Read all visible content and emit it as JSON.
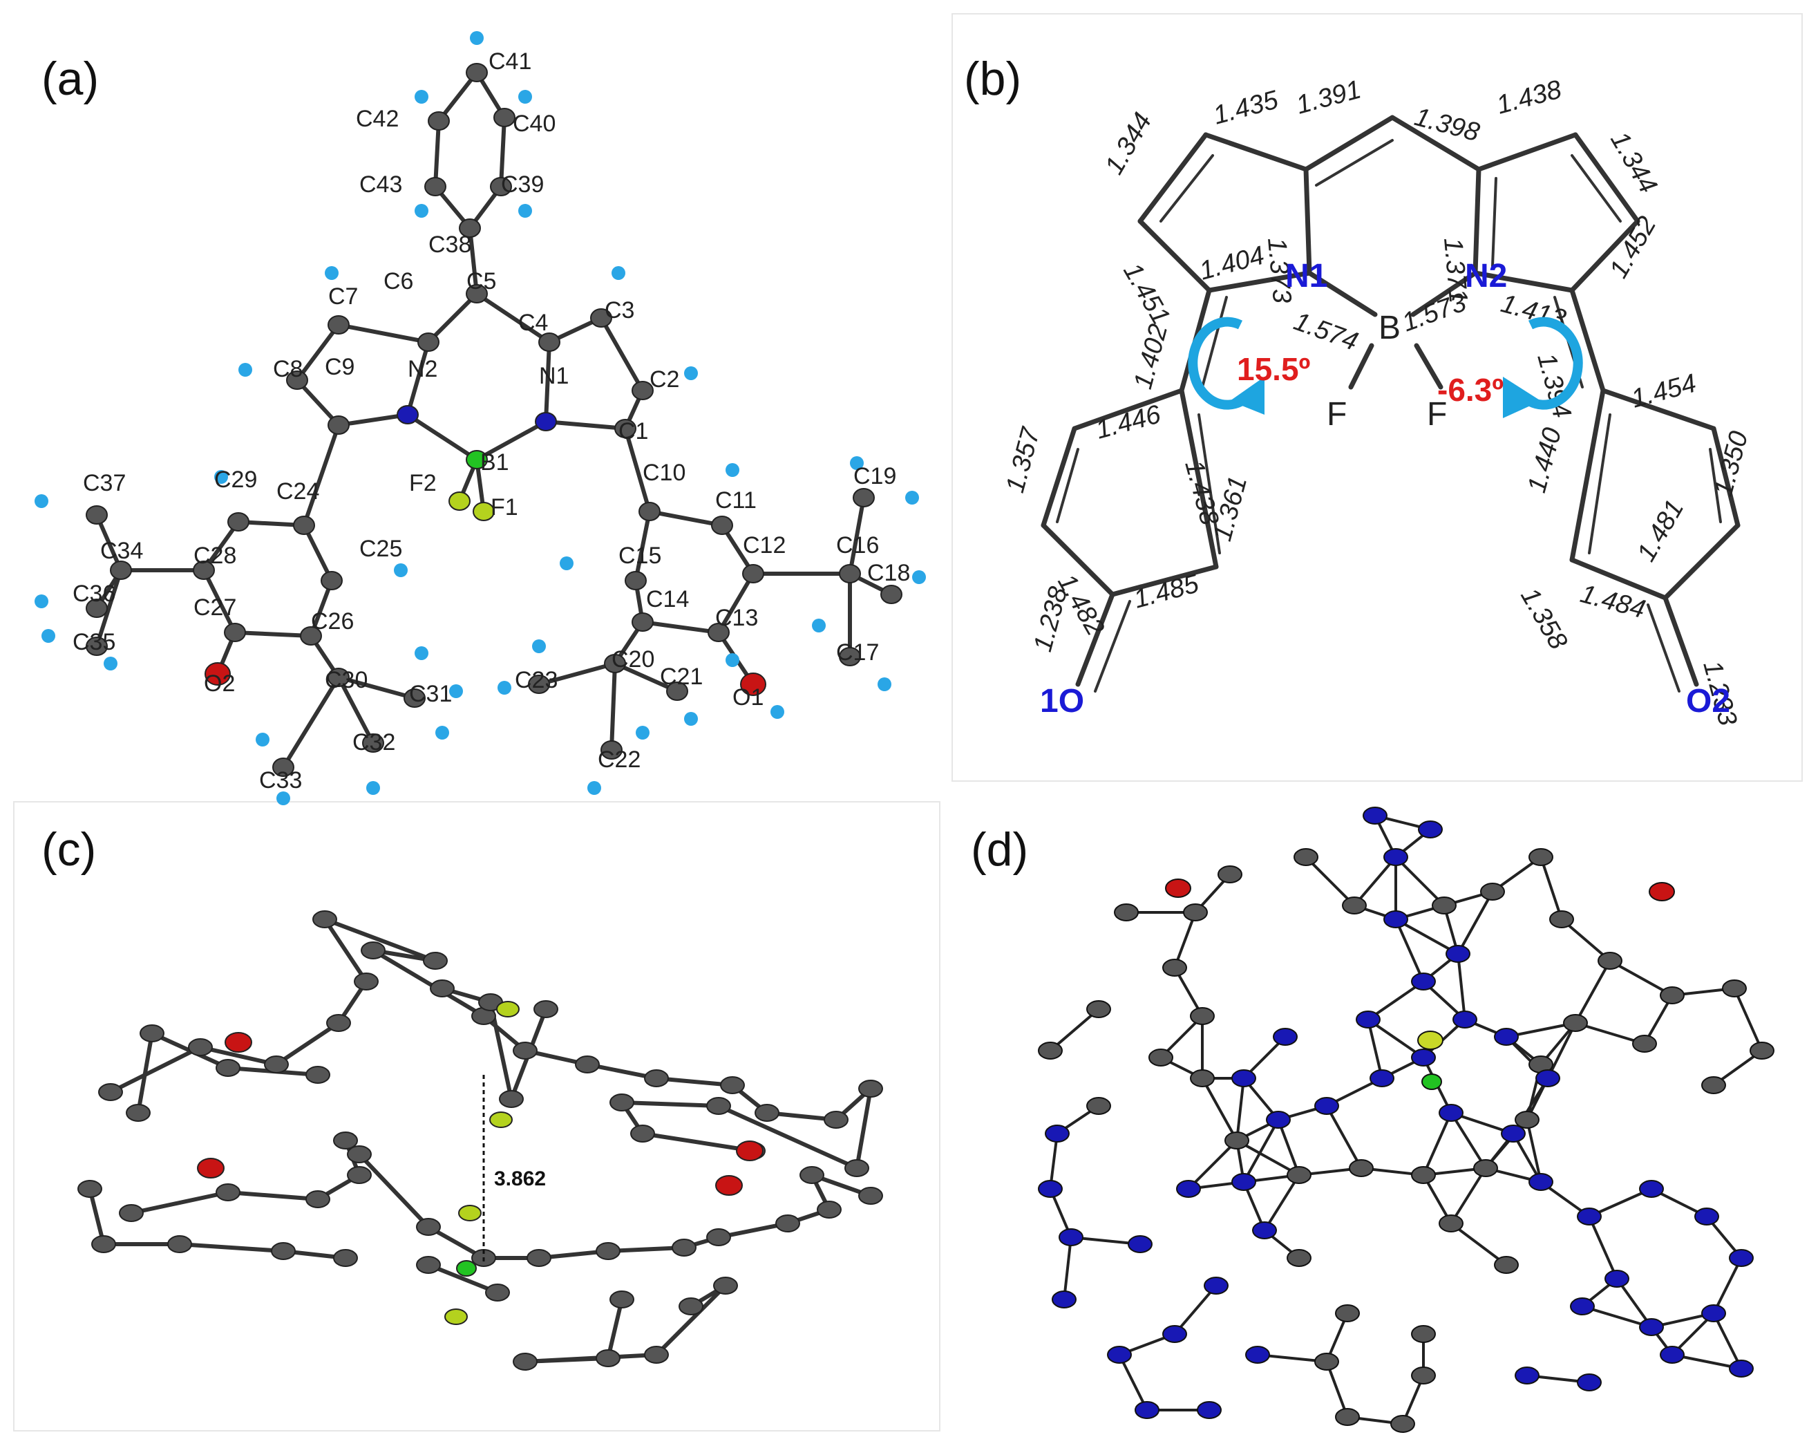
{
  "panels": {
    "a": {
      "label": "(a)"
    },
    "b": {
      "label": "(b)"
    },
    "c": {
      "label": "(c)"
    },
    "d": {
      "label": "(d)"
    }
  },
  "panel_a": {
    "atom_labels": [
      "C41",
      "C42",
      "C40",
      "C43",
      "C39",
      "C38",
      "C5",
      "C6",
      "C7",
      "C4",
      "C3",
      "C8",
      "C9",
      "N2",
      "N1",
      "C2",
      "C1",
      "B1",
      "F2",
      "F1",
      "C29",
      "C24",
      "C25",
      "C10",
      "C11",
      "C19",
      "C37",
      "C34",
      "C28",
      "C36",
      "C35",
      "C27",
      "C26",
      "C15",
      "C12",
      "C16",
      "C18",
      "C14",
      "C13",
      "C17",
      "O2",
      "C30",
      "C31",
      "C20",
      "C21",
      "O1",
      "C23",
      "C32",
      "C33",
      "C22"
    ]
  },
  "panel_b": {
    "bond_lengths": [
      "1.344",
      "1.435",
      "1.391",
      "1.398",
      "1.438",
      "1.344",
      "1.373",
      "1.371",
      "1.451",
      "1.404",
      "1.413",
      "1.452",
      "1.574",
      "1.573",
      "1.402",
      "1.394",
      "1.454",
      "1.357",
      "1.446",
      "1.438",
      "1.440",
      "1.350",
      "1.361",
      "1.482",
      "1.358",
      "1.481",
      "1.238",
      "1.485",
      "1.484",
      "1.233"
    ],
    "atoms": {
      "n1": "N1",
      "n2": "N2",
      "b": "B",
      "f_left": "F",
      "f_right": "F",
      "o_left": "1O",
      "o_right": "O2"
    },
    "angles": {
      "left": "15.5º",
      "right": "-6.3º"
    },
    "colors": {
      "heteroatom": "#1a1ad6",
      "angle": "#e01e1e",
      "arrow": "#1ea5e0"
    }
  },
  "panel_c": {
    "distance": "3.862",
    "colors": {
      "carbon": "#555555",
      "oxygen": "#c81414",
      "fluorine": "#b4d21e",
      "boron": "#22c322",
      "nitrogen": "#1a1ad6"
    }
  },
  "panel_d": {
    "colors": {
      "carbon": "#555555",
      "oxygen": "#c81414",
      "nitrogen": "#1818b4",
      "boron": "#22c322",
      "fluorine": "#c8d828"
    }
  }
}
